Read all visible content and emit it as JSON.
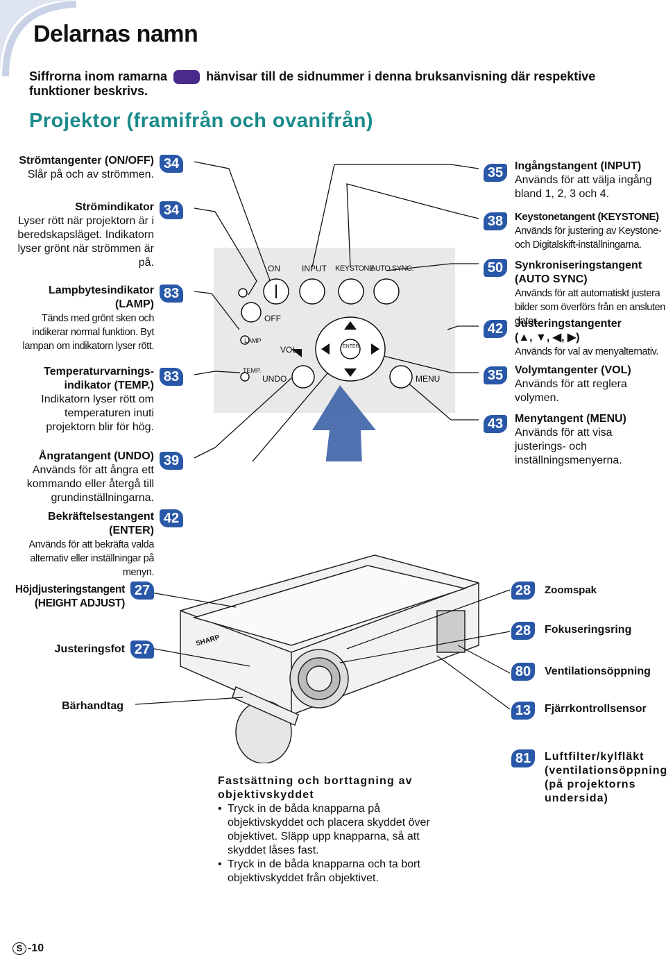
{
  "page_title": "Delarnas namn",
  "intro": {
    "part1": "Siffrorna inom ramarna",
    "part2": "hänvisar till de sidnummer i denna bruksanvisning där respektive funktioner beskrivs."
  },
  "section_title": "Projektor (framifrån och ovanifrån)",
  "left": [
    {
      "name": "Strömtangenter (ON/OFF)",
      "desc": "Slår på och av strömmen.",
      "page": "34"
    },
    {
      "name": "Strömindikator",
      "desc": "Lyser rött när projektorn är i beredskapsläget. Indikatorn lyser grönt när strömmen är på.",
      "page": "34"
    },
    {
      "name": "Lampbytesindikator (LAMP)",
      "desc": "Tänds med grönt sken och indikerar normal funktion. Byt lampan om indikatorn lyser rött.",
      "page": "83"
    },
    {
      "name": "Temperaturvarnings-indikator (TEMP.)",
      "desc": "Indikatorn lyser rött om temperaturen inuti projektorn blir för hög.",
      "page": "83"
    },
    {
      "name": "Ångratangent (UNDO)",
      "desc": "Används för att ångra ett kommando eller återgå till grundinställningarna.",
      "page": "39"
    },
    {
      "name": "Bekräftelsestangent (ENTER)",
      "desc": "Används för att bekräfta valda alternativ eller inställningar på menyn.",
      "page": "42"
    },
    {
      "name": "Höjdjusteringstangent (HEIGHT ADJUST)",
      "page": "27"
    },
    {
      "name": "Justeringsfot",
      "page": "27"
    },
    {
      "name": "Bärhandtag"
    }
  ],
  "right": [
    {
      "name": "Ingångstangent (INPUT)",
      "desc": "Används för att välja ingång bland 1, 2, 3 och 4.",
      "page": "35"
    },
    {
      "name": "Keystonetangent (KEYSTONE)",
      "desc": "Används för justering av Keystone- och Digitalskift-inställningarna.",
      "page": "38"
    },
    {
      "name": "Synkroniseringstangent (AUTO SYNC)",
      "desc": "Används för att automatiskt justera bilder som överförs från en ansluten dator.",
      "page": "50"
    },
    {
      "name": "Justeringstangenter",
      "name2": "(▲, ▼, ◀, ▶)",
      "desc": "Används för val av menyalternativ.",
      "page": "42"
    },
    {
      "name": "Volymtangenter (VOL)",
      "desc": "Används för att reglera volymen.",
      "page": "35"
    },
    {
      "name": "Menytangent (MENU)",
      "desc": "Används för att visa justerings- och inställningsmenyerna.",
      "page": "43"
    },
    {
      "name": "Zoomspak",
      "page": "28"
    },
    {
      "name": "Fokuseringsring",
      "page": "28"
    },
    {
      "name": "Ventilationsöppning",
      "page": "80"
    },
    {
      "name": "Fjärrkontrollsensor",
      "page": "13"
    },
    {
      "name": "Luftfilter/kylfläkt (ventilationsöppning) (på projektorns undersida)",
      "page": "81"
    }
  ],
  "panel_labels": {
    "on": "ON",
    "off": "OFF",
    "input": "INPUT",
    "keystone": "KEYSTONE",
    "autosync": "AUTO SYNC.",
    "lamp": "LAMP",
    "temp": "TEMP.",
    "vol": "VOL",
    "undo": "UNDO",
    "menu": "MENU",
    "enter": "ENTER"
  },
  "projector_labels": {
    "brand": "SHARP"
  },
  "caption": {
    "heading": "Fastsättning och borttagning av objektivskyddet",
    "bullets": [
      "Tryck in de båda knapparna på objektivskyddet och placera skyddet över objektivet. Släpp upp knapparna, så att skyddet låses fast.",
      "Tryck in de båda knapparna och ta bort objektivskyddet från objektivet."
    ]
  },
  "page_number": {
    "letter": "S",
    "num": "-10"
  }
}
